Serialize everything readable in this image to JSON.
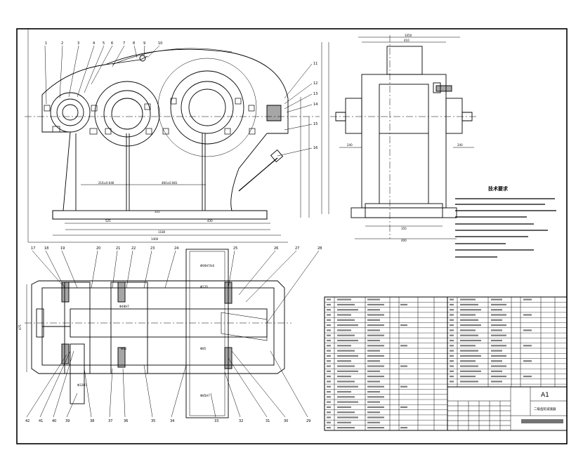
{
  "drawing": {
    "title_block": {
      "sheet_size": "A1",
      "part_name": "二级齿轮减速器"
    },
    "tech_requirements": {
      "heading": "技术要求"
    },
    "balloons_front_top": [
      "1",
      "2",
      "3",
      "4",
      "5",
      "6",
      "7",
      "8",
      "9",
      "10"
    ],
    "balloons_front_right": [
      "11",
      "12",
      "13",
      "14",
      "15",
      "16"
    ],
    "balloons_plan_top": [
      "17",
      "18",
      "19",
      "20",
      "21",
      "22",
      "23",
      "24",
      "25",
      "26",
      "27",
      "28"
    ],
    "balloons_plan_bottom": [
      "42",
      "41",
      "40",
      "39",
      "38",
      "37",
      "36",
      "35",
      "34",
      "33",
      "32",
      "31",
      "30",
      "29"
    ]
  }
}
